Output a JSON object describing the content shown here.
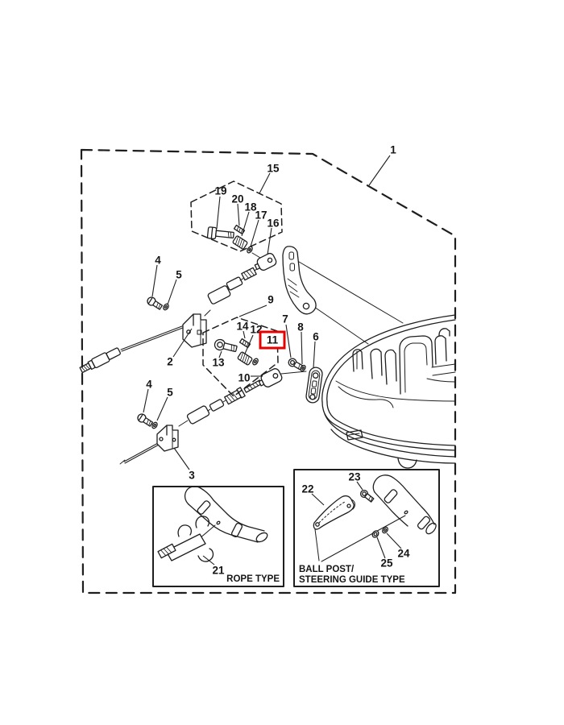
{
  "diagram": {
    "highlighted_part": "11",
    "callouts": {
      "1": "1",
      "2": "2",
      "3": "3",
      "4": "4",
      "5": "5",
      "6": "6",
      "7": "7",
      "8": "8",
      "9": "9",
      "10": "10",
      "11": "11",
      "12": "12",
      "13": "13",
      "14": "14",
      "15": "15",
      "16": "16",
      "17": "17",
      "18": "18",
      "19": "19",
      "20": "20",
      "21": "21",
      "22": "22",
      "23": "23",
      "24": "24",
      "25": "25"
    },
    "insets": {
      "rope": {
        "caption": "ROPE TYPE",
        "part": "21"
      },
      "ball_post": {
        "caption_line1": "BALL POST/",
        "caption_line2": "STEERING GUIDE TYPE",
        "parts": [
          "22",
          "23",
          "24",
          "25"
        ]
      }
    },
    "colors": {
      "background": "#ffffff",
      "line": "#1e1e1e",
      "highlight_box": "#e60000"
    }
  }
}
